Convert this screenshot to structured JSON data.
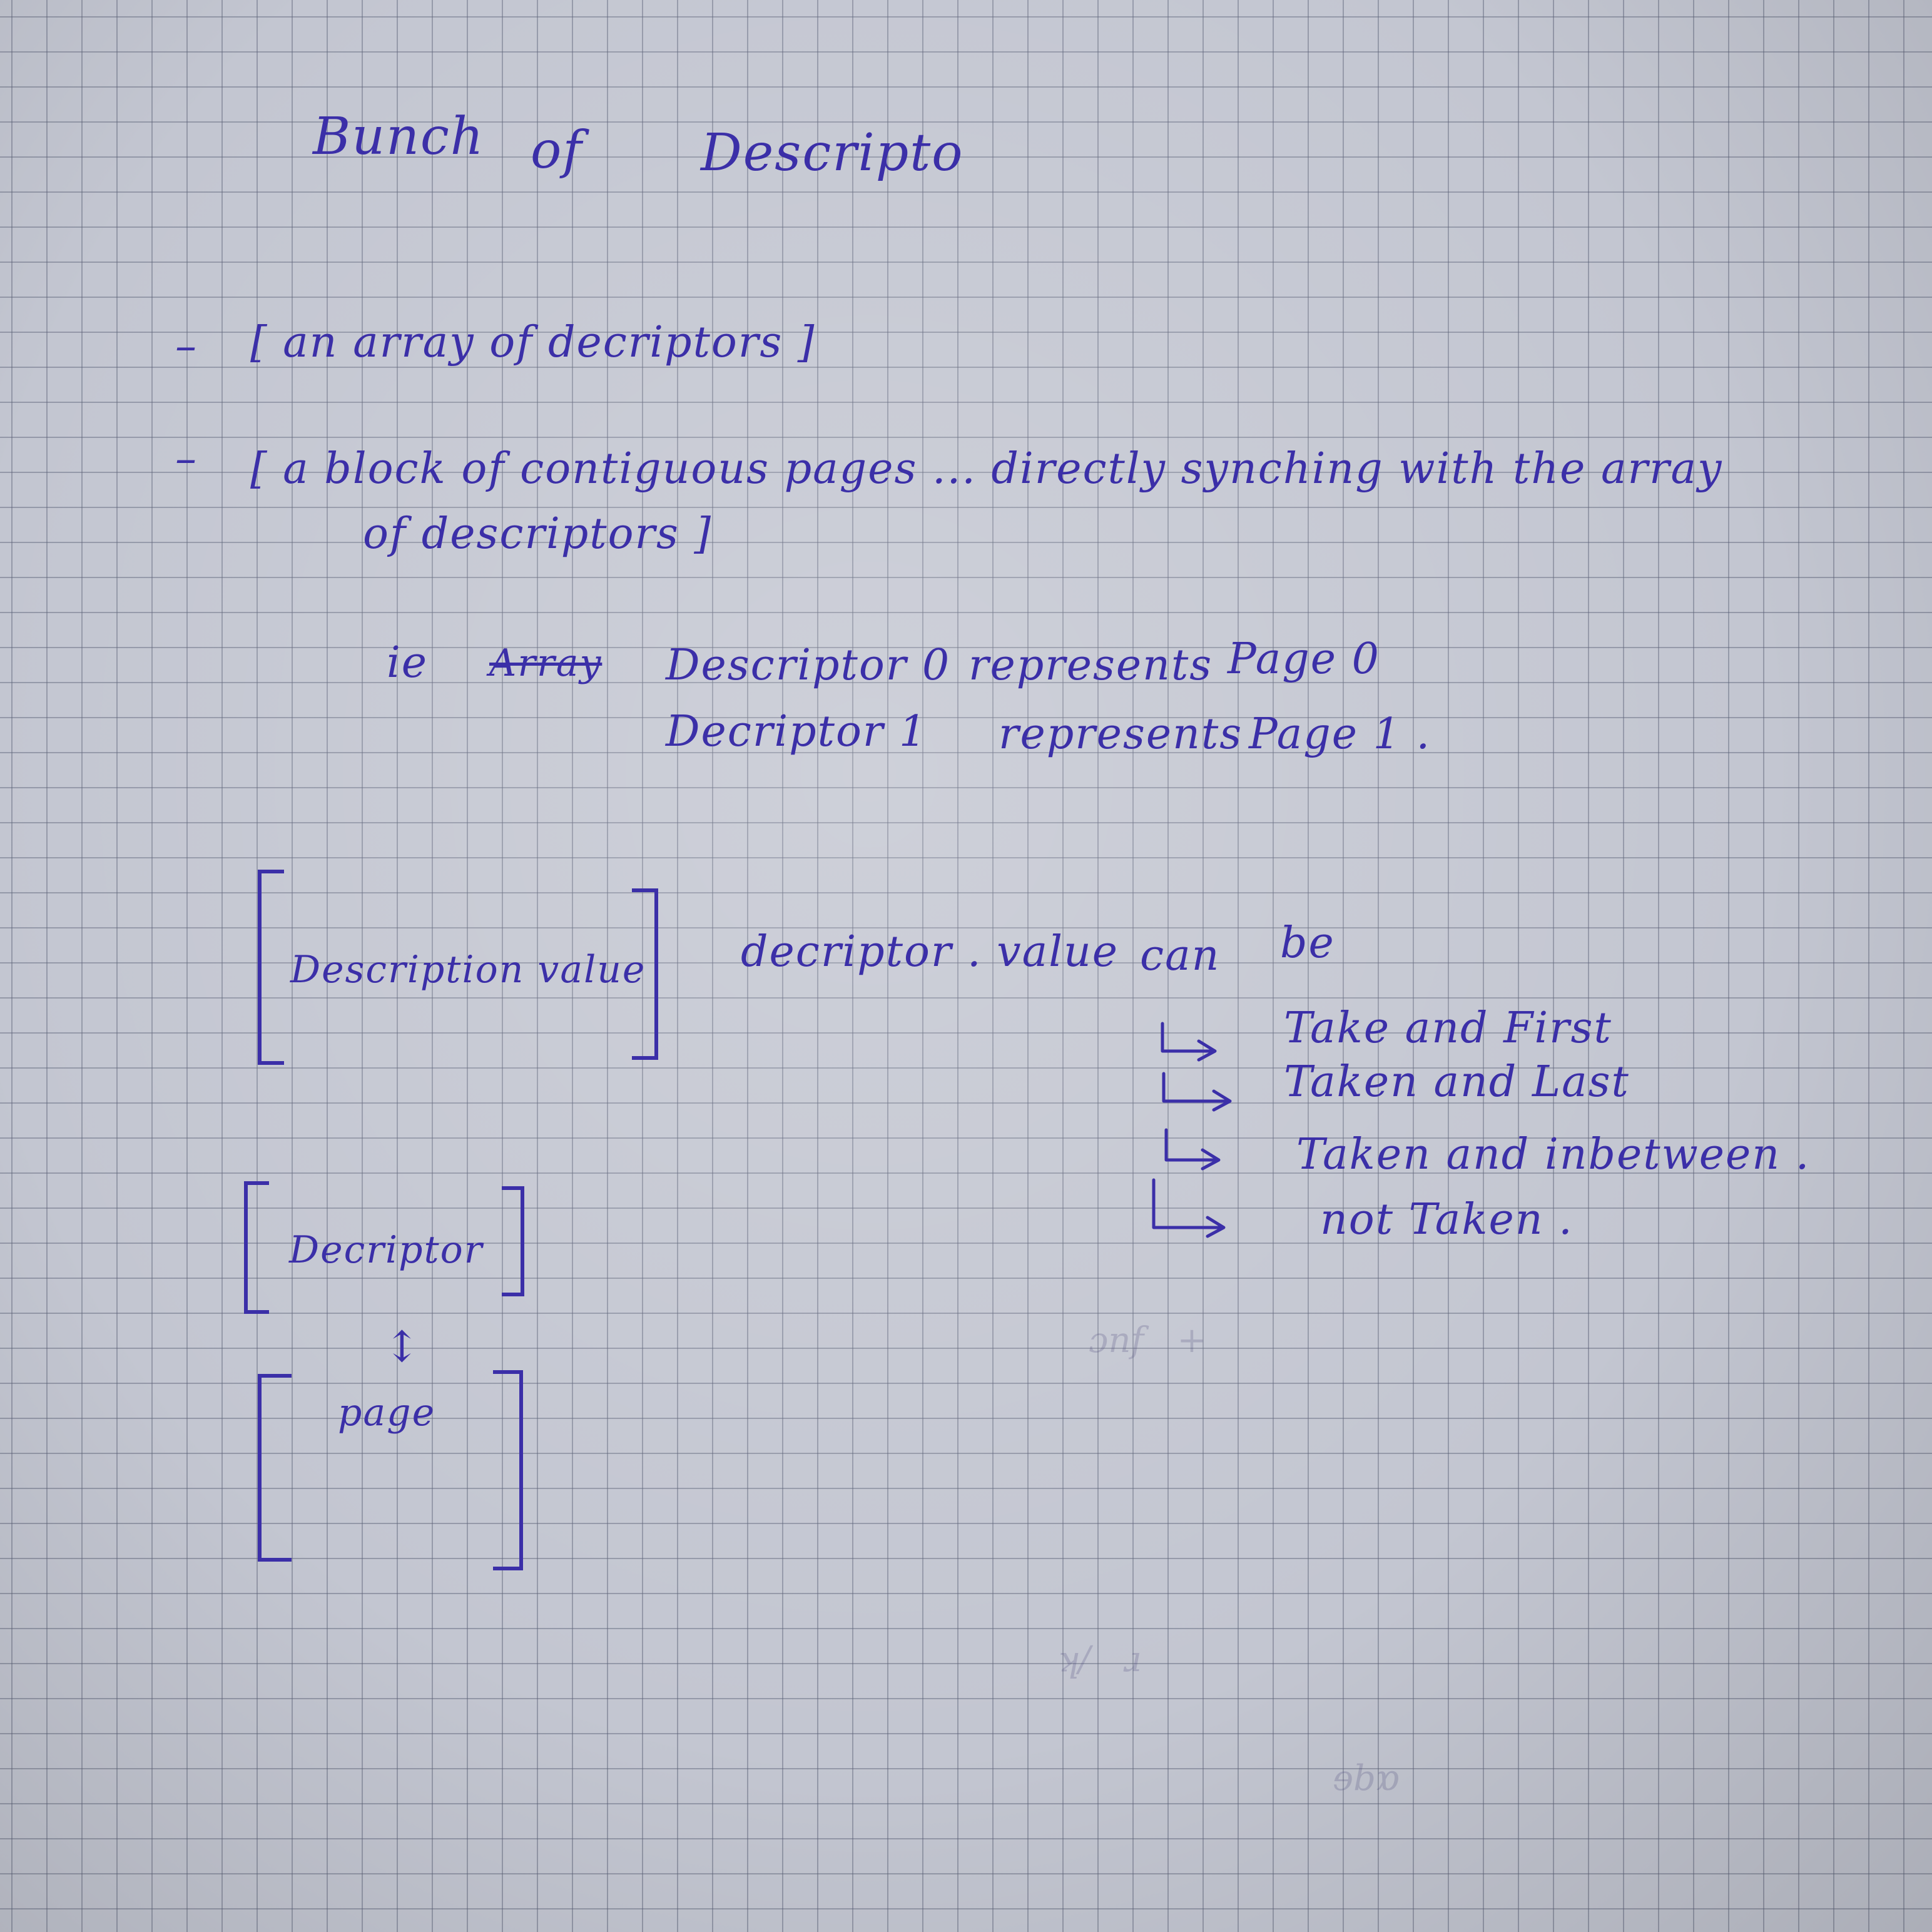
{
  "title": {
    "word1": "Bunch",
    "word2": "of",
    "word3": "Descripto"
  },
  "bullets": [
    {
      "dash": "–",
      "text": "[ an array of decriptors ]"
    },
    {
      "dash": "–",
      "line1": "[ a block of contiguous pages ... directly synching with the array",
      "line2": "of descriptors ]"
    }
  ],
  "example": {
    "prefix": "ie",
    "struck": "Array",
    "row1": {
      "descriptor": "Descriptor 0",
      "verb": "represents",
      "page": "Page 0"
    },
    "row2": {
      "descriptor": "Decriptor 1",
      "verb": "represents",
      "page": "Page 1 ."
    }
  },
  "box_value": {
    "label": "Description value"
  },
  "value_note": {
    "text": "decriptor . value",
    "can": "can",
    "be": "be",
    "options": [
      "Take and First",
      "Taken and Last",
      "Taken and inbetween .",
      "not Taken ."
    ]
  },
  "box_descriptor": {
    "label": "Decriptor"
  },
  "arrow_symbol": "↕",
  "box_page": {
    "label": "page"
  }
}
